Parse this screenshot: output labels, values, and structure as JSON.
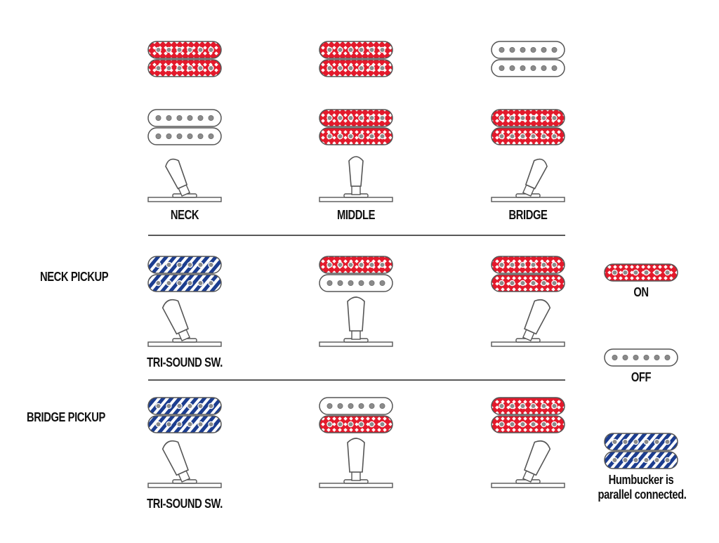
{
  "colors": {
    "on": "#e3192b",
    "parallel": "#1c3d8f",
    "outline": "#555555",
    "pole": "#8a8a8a",
    "switch_fill": "#ffffff",
    "text": "#111111"
  },
  "labels": {
    "positions": [
      "NECK",
      "MIDDLE",
      "BRIDGE"
    ],
    "row_neck": "NECK PICKUP",
    "row_bridge": "BRIDGE PICKUP",
    "tri_sound": "TRI-SOUND SW."
  },
  "sections": [
    {
      "name": "selector",
      "columns": [
        {
          "position": "NECK",
          "neck_pickup": [
            "on",
            "on"
          ],
          "bridge_pickup": [
            "off",
            "off"
          ],
          "lever": "left"
        },
        {
          "position": "MIDDLE",
          "neck_pickup": [
            "on",
            "on"
          ],
          "bridge_pickup": [
            "on",
            "on"
          ],
          "lever": "center"
        },
        {
          "position": "BRIDGE",
          "neck_pickup": [
            "off",
            "off"
          ],
          "bridge_pickup": [
            "on",
            "on"
          ],
          "lever": "right"
        }
      ]
    },
    {
      "name": "neck_pickup",
      "columns": [
        {
          "pickup": [
            "parallel",
            "parallel"
          ],
          "lever": "left"
        },
        {
          "pickup": [
            "on",
            "off"
          ],
          "lever": "center"
        },
        {
          "pickup": [
            "on",
            "on"
          ],
          "lever": "right"
        }
      ]
    },
    {
      "name": "bridge_pickup",
      "columns": [
        {
          "pickup": [
            "parallel",
            "parallel"
          ],
          "lever": "left"
        },
        {
          "pickup": [
            "off",
            "on"
          ],
          "lever": "center"
        },
        {
          "pickup": [
            "on",
            "on"
          ],
          "lever": "right"
        }
      ]
    }
  ],
  "legend": [
    {
      "state": "on",
      "label": "ON"
    },
    {
      "state": "off",
      "label": "OFF"
    },
    {
      "state": "parallel",
      "label_lines": [
        "Humbucker is",
        "parallel connected."
      ]
    }
  ]
}
